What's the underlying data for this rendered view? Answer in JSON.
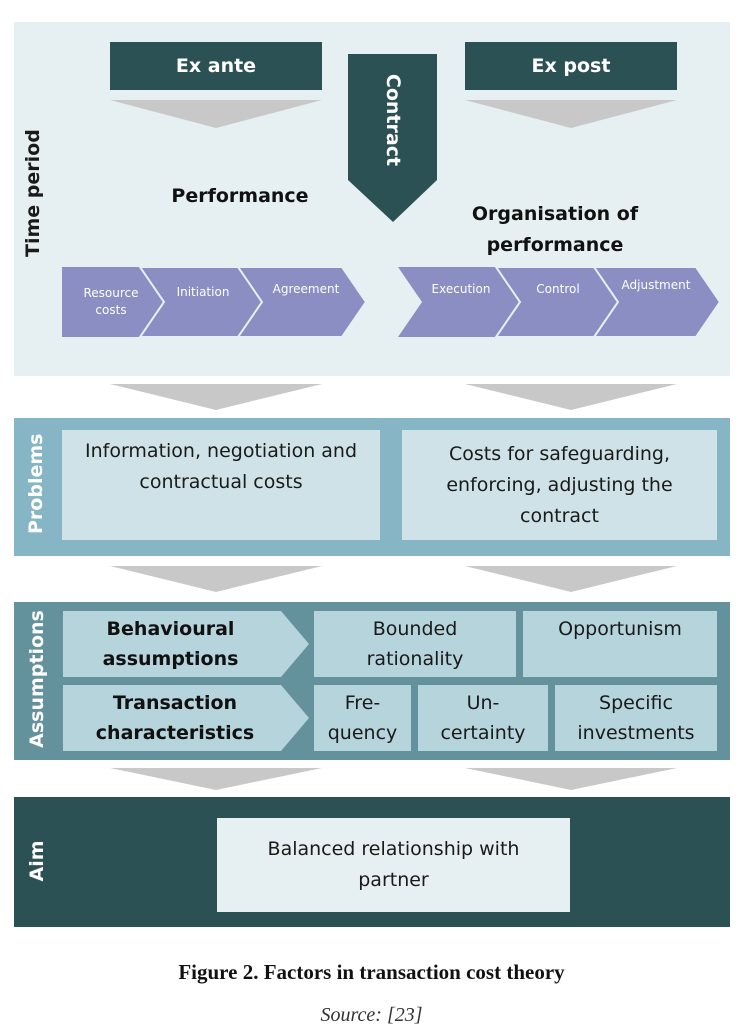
{
  "time_period": {
    "side_label": "Time period",
    "ex_ante": "Ex ante",
    "ex_post": "Ex post",
    "contract": "Contract",
    "performance": "Performance",
    "organisation_line1": "Organisation of",
    "organisation_line2": "performance",
    "left_steps": [
      "Resource costs",
      "Initiation",
      "Agreement"
    ],
    "right_steps": [
      "Execution",
      "Control",
      "Adjustment"
    ]
  },
  "problems": {
    "side_label": "Problems",
    "left_box": "Information, negotiation and contractual costs",
    "right_box": "Costs for safeguarding, enforcing, adjusting the contract"
  },
  "assumptions": {
    "side_label": "Assumptions",
    "behavioural": "Behavioural assumptions",
    "bounded": "Bounded rationality",
    "opportunism": "Opportunism",
    "transaction": "Transaction characteristics",
    "frequency": "Fre- quency",
    "uncertainty": "Un- certainty",
    "specific": "Specific investments"
  },
  "aim": {
    "side_label": "Aim",
    "box": "Balanced relationship with partner"
  },
  "caption": {
    "title": "Figure 2. Factors in transaction cost theory",
    "source": "Source: [23]"
  },
  "colors": {
    "dark_teal": "#2b5155",
    "panel_light": "#e6eff2",
    "problems_blue": "#86b6c6",
    "problems_box": "#cfe2e8",
    "assumptions_teal": "#63919c",
    "assumptions_box": "#b6d4dc",
    "chevron_purple": "#8a8ec2",
    "arrow_grey": "#c8c8c8"
  }
}
